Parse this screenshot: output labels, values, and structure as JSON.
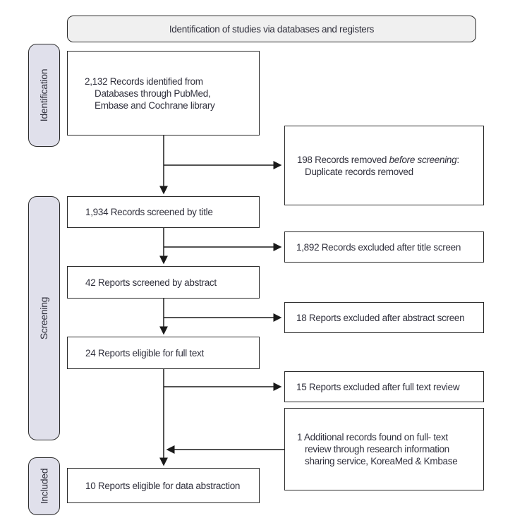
{
  "header": {
    "title": "Identification of studies via databases and registers"
  },
  "stages": {
    "identification": "Identification",
    "screening": "Screening",
    "included": "Included"
  },
  "flow": {
    "records_identified": "2,132 Records identified from\nDatabases through PubMed,\nEmbase and Cochrane library",
    "records_screened_title": "1,934 Records screened by title",
    "reports_screened_abstract": "42 Reports screened by abstract",
    "reports_eligible_fulltext": "24 Reports eligible for full text",
    "reports_data_abstraction": "10 Reports eligible for data abstraction"
  },
  "exclusions": {
    "removed_before_screening": {
      "prefix": "198 Records removed ",
      "emphasis": "before screening",
      "suffix": ":",
      "detail": "Duplicate records removed"
    },
    "excluded_after_title": "1,892 Records excluded after title screen",
    "excluded_after_abstract": "18 Reports excluded after abstract screen",
    "excluded_after_fulltext": "15 Reports excluded after full text review",
    "additional_records": "1 Additional records found on full- text\nreview through research information\nsharing service, KoreaMed & Kmbase"
  },
  "colors": {
    "stage_fill": "#e0e0eb",
    "title_fill": "#f0f0f0",
    "line": "#1a1a1a",
    "border": "#2a2a2a",
    "text": "#31313d"
  }
}
